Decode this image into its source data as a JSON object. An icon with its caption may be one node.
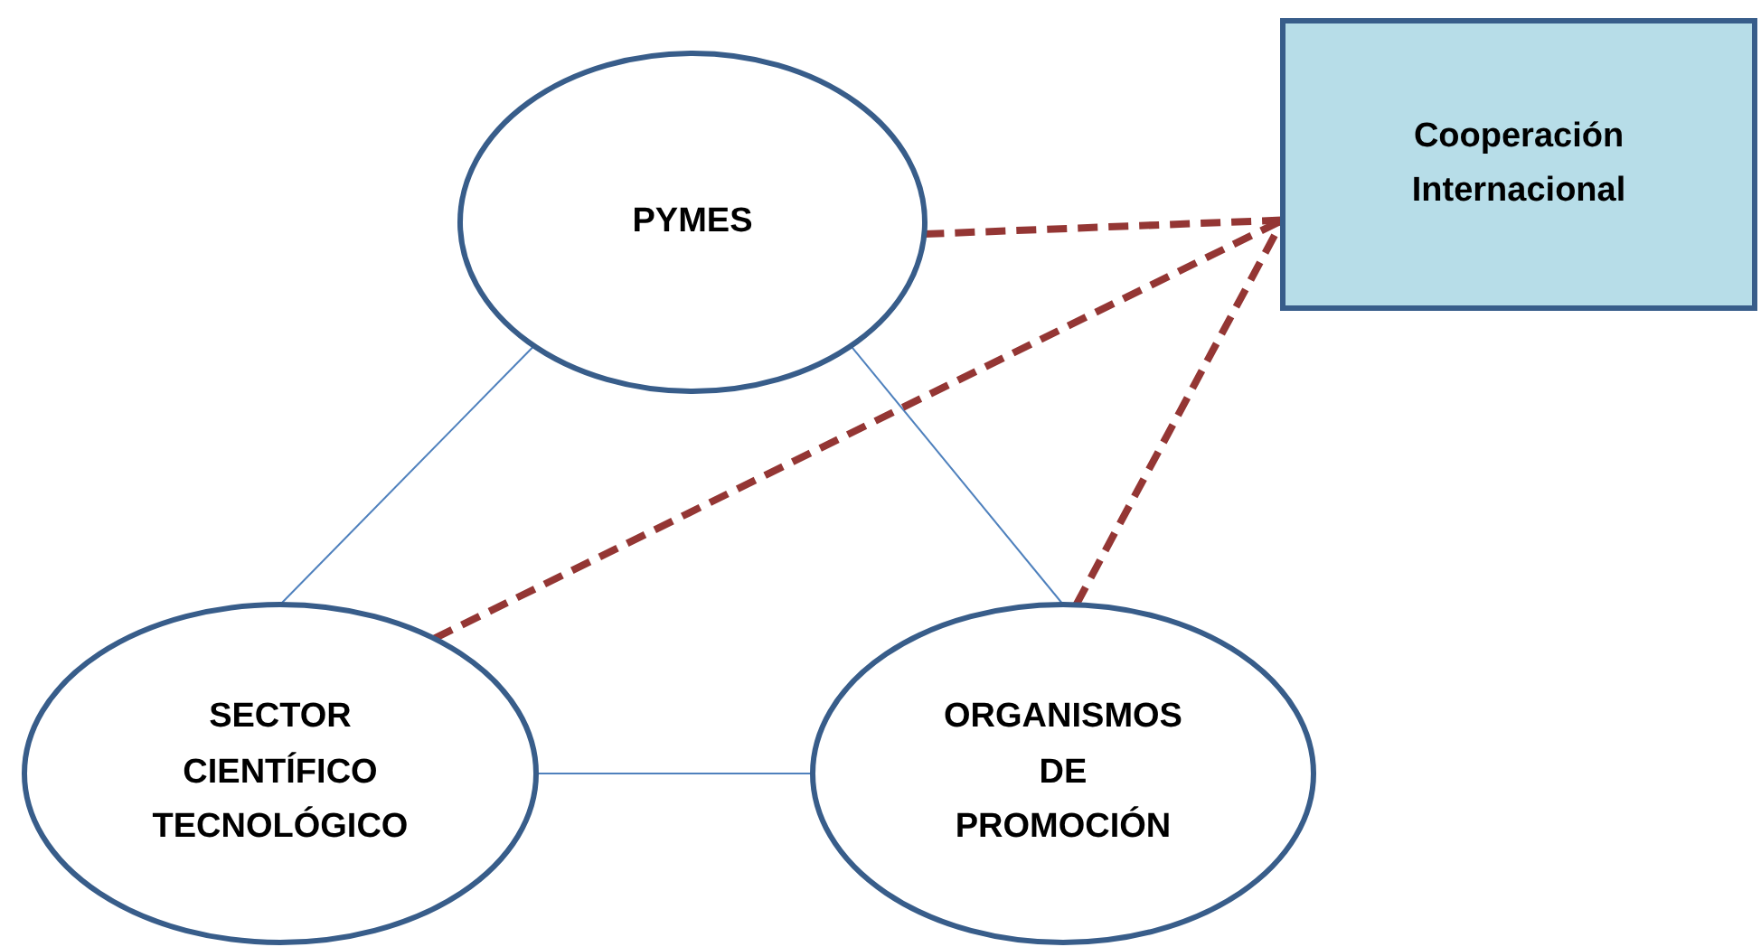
{
  "diagram": {
    "nodes": [
      {
        "text": [
          "PYMES"
        ]
      },
      {
        "text": [
          "SECTOR CIENTÍFICO TECNOLÓGICO"
        ]
      },
      {
        "text": [
          "ORGANISMOS DE PROMOCIÓN"
        ]
      },
      {
        "text": [
          "Cooperación Internacional"
        ]
      }
    ],
    "edges": [
      {
        "from": 0,
        "to": 1,
        "arrow": "none"
      },
      {
        "from": 0,
        "to": 2,
        "arrow": "none"
      },
      {
        "from": 1,
        "to": 2,
        "arrow": "none"
      },
      {
        "from": 0,
        "to": 3,
        "arrow": "none",
        "style": "dashed",
        "color": "#943634"
      },
      {
        "from": 1,
        "to": 3,
        "arrow": "none",
        "style": "dashed",
        "color": "#943634"
      },
      {
        "from": 2,
        "to": 3,
        "arrow": "none",
        "style": "dashed",
        "color": "#943634"
      }
    ]
  }
}
